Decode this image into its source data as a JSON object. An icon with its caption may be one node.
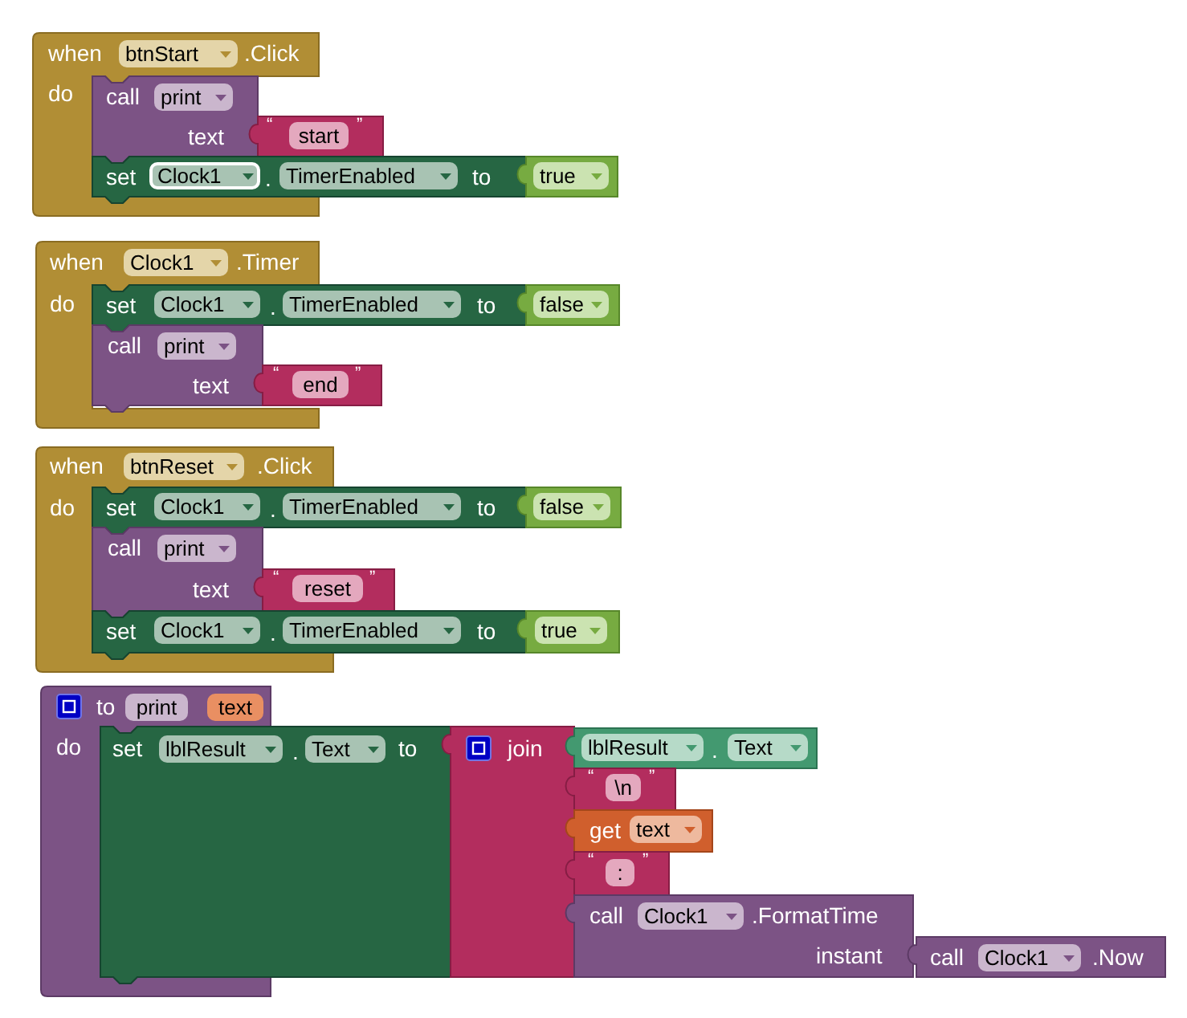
{
  "diagram": {
    "nodes": [
      {
        "text": [
          "when",
          ".Click",
          "do"
        ]
      },
      {
        "text": [
          "btnStart"
        ],
        "in": 0
      },
      {
        "text": [
          "call",
          "text"
        ]
      },
      {
        "text": [
          "print"
        ],
        "in": 2
      },
      {
        "text": [
          "“",
          "”"
        ]
      },
      {
        "text": [
          "start"
        ],
        "in": 4
      },
      {
        "text": [
          "set",
          ".",
          "to"
        ]
      },
      {
        "text": [
          "Clock1"
        ],
        "in": 6
      },
      {
        "text": [
          "TimerEnabled"
        ],
        "in": 6
      },
      {
        "text": [],
        "shape": "box"
      },
      {
        "text": [
          "true"
        ],
        "in": 9
      },
      {
        "text": [
          "when",
          ".Timer",
          "do"
        ]
      },
      {
        "text": [
          "Clock1"
        ],
        "in": 11
      },
      {
        "text": [
          "set",
          ".",
          "to"
        ]
      },
      {
        "text": [
          "Clock1"
        ],
        "in": 13
      },
      {
        "text": [
          "TimerEnabled"
        ],
        "in": 13
      },
      {
        "text": [],
        "shape": "box"
      },
      {
        "text": [
          "false"
        ],
        "in": 16
      },
      {
        "text": [
          "call",
          "text"
        ]
      },
      {
        "text": [
          "print"
        ],
        "in": 18
      },
      {
        "text": [
          "“",
          "”"
        ]
      },
      {
        "text": [
          "end"
        ],
        "in": 20
      },
      {
        "text": [
          "when",
          ".Click",
          "do"
        ]
      },
      {
        "text": [
          "btnReset"
        ],
        "in": 22
      },
      {
        "text": [
          "set",
          ".",
          "to"
        ]
      },
      {
        "text": [
          "Clock1"
        ],
        "in": 24
      },
      {
        "text": [
          "TimerEnabled"
        ],
        "in": 24
      },
      {
        "text": [],
        "shape": "box"
      },
      {
        "text": [
          "false"
        ],
        "in": 27
      },
      {
        "text": [
          "call",
          "text"
        ]
      },
      {
        "text": [
          "print"
        ],
        "in": 29
      },
      {
        "text": [
          "“",
          "”"
        ]
      },
      {
        "text": [
          "reset"
        ],
        "in": 31
      },
      {
        "text": [
          "set",
          ".",
          "to"
        ]
      },
      {
        "text": [
          "Clock1"
        ],
        "in": 33
      },
      {
        "text": [
          "TimerEnabled"
        ],
        "in": 33
      },
      {
        "text": [],
        "shape": "box"
      },
      {
        "text": [
          "true"
        ],
        "in": 36
      },
      {
        "text": [
          "to",
          "do"
        ]
      },
      {
        "text": [
          "print"
        ],
        "in": 38
      },
      {
        "text": [
          "text"
        ],
        "in": 38
      },
      {
        "text": [
          "set",
          ".",
          "to"
        ]
      },
      {
        "text": [
          "lblResult"
        ],
        "in": 41
      },
      {
        "text": [
          "Text"
        ],
        "in": 41
      },
      {
        "text": [
          "join"
        ]
      },
      {
        "text": [
          "."
        ]
      },
      {
        "text": [
          "lblResult"
        ],
        "in": 45
      },
      {
        "text": [
          "Text"
        ],
        "in": 45
      },
      {
        "text": [
          "“",
          "”"
        ]
      },
      {
        "text": [
          "\\n"
        ],
        "in": 48
      },
      {
        "text": [
          "get"
        ]
      },
      {
        "text": [
          "text"
        ],
        "in": 50
      },
      {
        "text": [
          "“",
          "”"
        ]
      },
      {
        "text": [
          ":"
        ],
        "in": 52
      },
      {
        "text": [
          "call",
          ".FormatTime",
          "instant"
        ]
      },
      {
        "text": [
          "Clock1"
        ],
        "in": 54
      },
      {
        "text": [
          "call",
          ".Now"
        ]
      },
      {
        "text": [
          "Clock1"
        ],
        "in": 56
      }
    ]
  }
}
